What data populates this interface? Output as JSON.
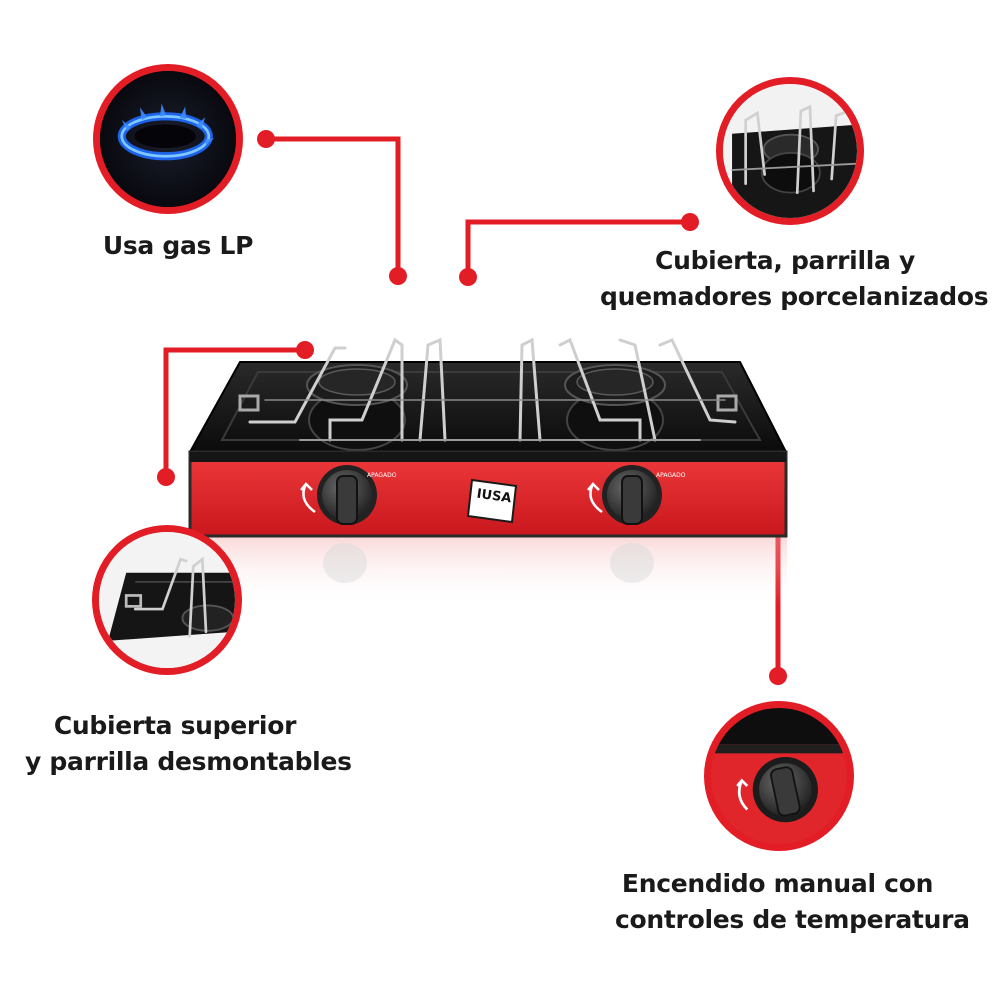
{
  "features": [
    {
      "id": "gas",
      "icon": "blue-flame-icon",
      "lines": [
        "Usa gas LP"
      ]
    },
    {
      "id": "porcelain",
      "icon": "grate-burner-icon",
      "lines": [
        "Cubierta, parrilla y",
        "quemadores porcelanizados"
      ]
    },
    {
      "id": "removable",
      "icon": "removable-grate-icon",
      "lines": [
        "Cubierta superior",
        "y parrilla desmontables"
      ]
    },
    {
      "id": "ignition",
      "icon": "control-knob-icon",
      "lines": [
        "Encendido manual con",
        "controles de temperatura"
      ]
    }
  ],
  "stove": {
    "brand": "IUSA",
    "knob_label": "APAGADO"
  },
  "colors": {
    "accent": "#e21d25",
    "stove_body": "#e0262b",
    "top_plate": "#141414",
    "flame": "#1f6bff"
  }
}
